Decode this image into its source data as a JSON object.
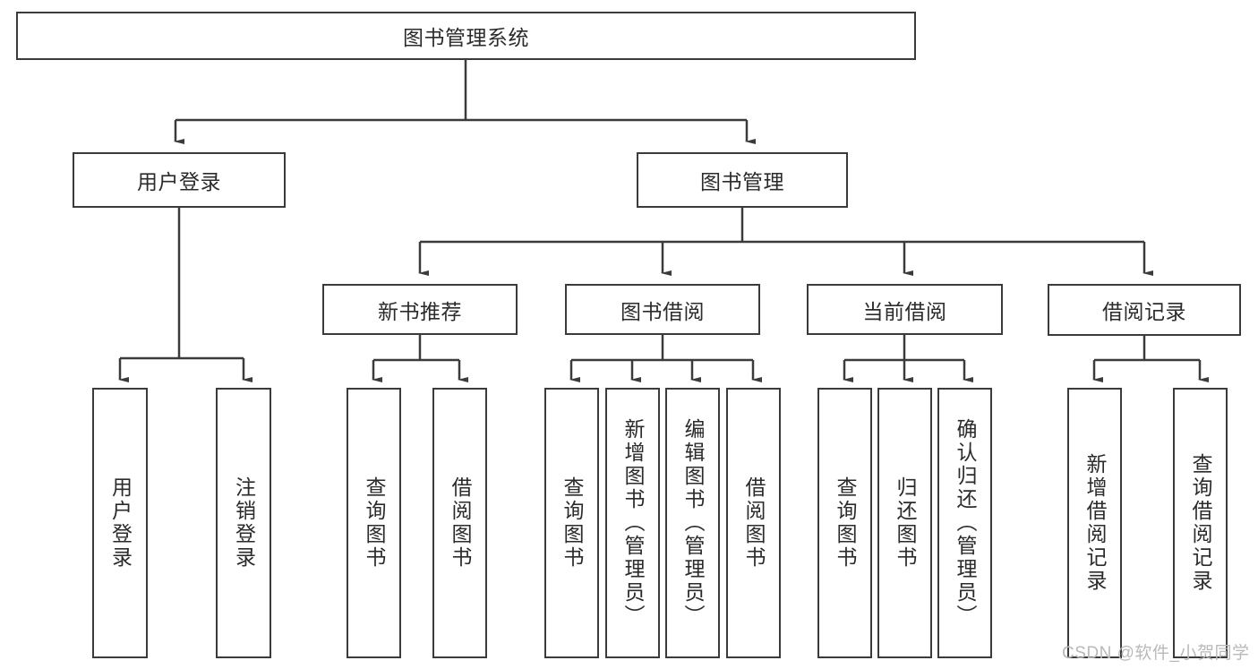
{
  "diagram": {
    "title": "图书管理系统",
    "type": "tree-hierarchy",
    "root": {
      "label": "图书管理系统"
    },
    "level2": [
      {
        "label": "用户登录"
      },
      {
        "label": "图书管理"
      }
    ],
    "level3": [
      {
        "label": "新书推荐"
      },
      {
        "label": "图书借阅"
      },
      {
        "label": "当前借阅"
      },
      {
        "label": "借阅记录"
      }
    ],
    "leaves": {
      "user_login": [
        {
          "label": "用户登录"
        },
        {
          "label": "注销登录"
        }
      ],
      "new_book_recommend": [
        {
          "label": "查询图书"
        },
        {
          "label": "借阅图书"
        }
      ],
      "book_borrow": [
        {
          "label": "查询图书"
        },
        {
          "label": "新增图书（管理员）"
        },
        {
          "label": "编辑图书（管理员）"
        },
        {
          "label": "借阅图书"
        }
      ],
      "current_borrow": [
        {
          "label": "查询图书"
        },
        {
          "label": "归还图书"
        },
        {
          "label": "确认归还（管理员）"
        }
      ],
      "borrow_record": [
        {
          "label": "新增借阅记录"
        },
        {
          "label": "查询借阅记录"
        }
      ]
    }
  },
  "watermark": {
    "text": "CSDN @软件_小贺同学"
  },
  "colors": {
    "stroke": "#3b3b3b",
    "box_fill": "#ffffff",
    "text": "#2b2b2b",
    "watermark": "#b9b9b9",
    "background": "#ffffff"
  }
}
